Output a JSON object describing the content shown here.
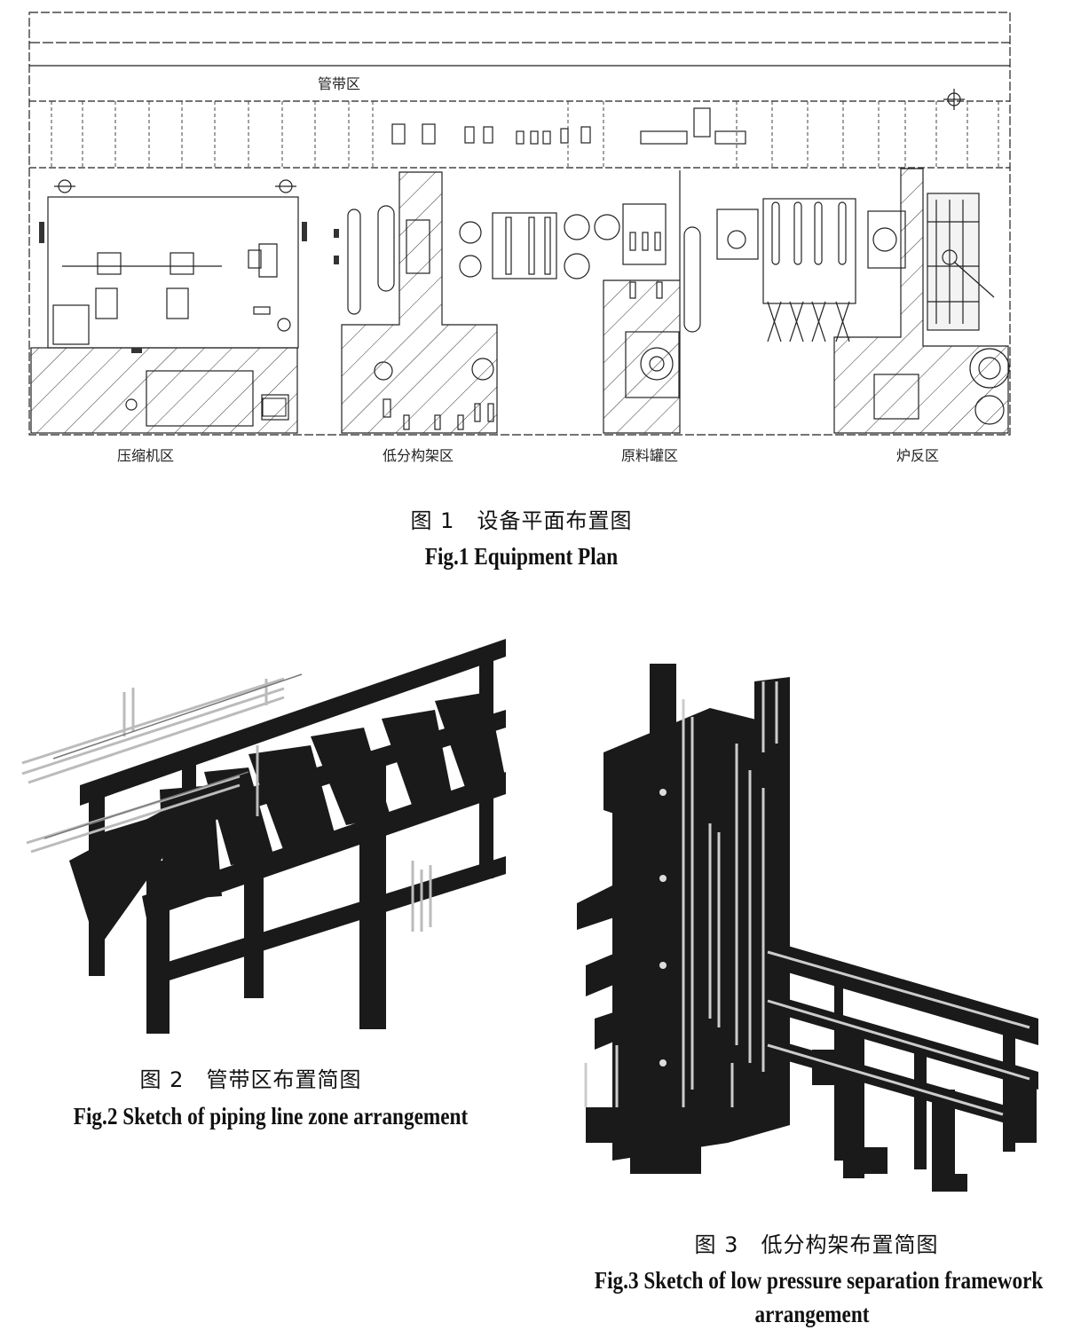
{
  "figure1": {
    "zone_labels": {
      "pipe_rack": "管带区",
      "compressor": "压缩机区",
      "low_separation": "低分构架区",
      "feed_tank": "原料罐区",
      "furnace": "炉反区"
    },
    "caption_cn": "图 1　设备平面布置图",
    "caption_en": "Fig.1 Equipment Plan"
  },
  "figure2": {
    "caption_cn": "图 2　管带区布置简图",
    "caption_en": "Fig.2 Sketch of piping line zone arrangement"
  },
  "figure3": {
    "caption_cn": "图 3　低分构架布置简图",
    "caption_en_line1": "Fig.3 Sketch of low pressure separation framework",
    "caption_en_line2": "arrangement"
  }
}
